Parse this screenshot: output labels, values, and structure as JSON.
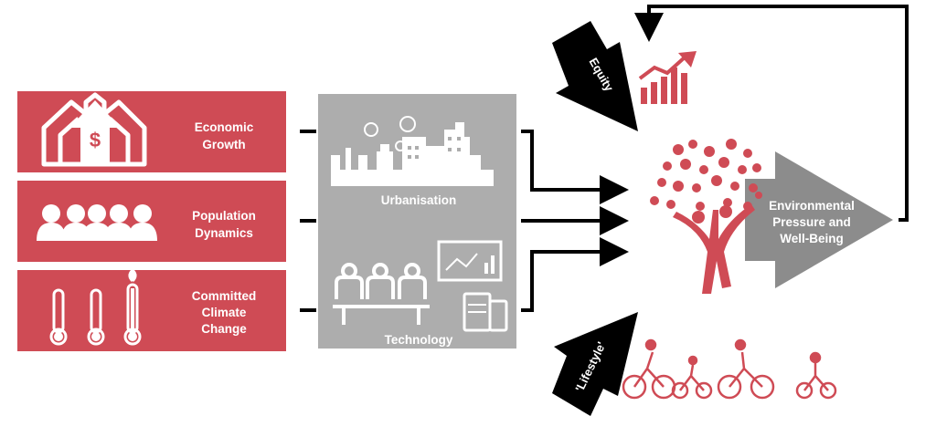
{
  "drivers": [
    {
      "label_lines": [
        "Economic",
        "Growth"
      ],
      "icon": "house-dollar-arrow-icon"
    },
    {
      "label_lines": [
        "Population",
        "Dynamics"
      ],
      "icon": "people-group-icon"
    },
    {
      "label_lines": [
        "Committed",
        "Climate",
        "Change"
      ],
      "icon": "thermometers-icon"
    }
  ],
  "middle": {
    "top_label": "Urbanisation",
    "bottom_label": "Technology",
    "icons": [
      "city-skyline-icon",
      "workers-icon",
      "chart-screen-icon",
      "devices-icon"
    ]
  },
  "outcome": {
    "label_lines": [
      "Environmental",
      "Pressure and",
      "Well-Being"
    ],
    "icon": "tree-people-icon"
  },
  "inputs": {
    "equity_label": "Equity",
    "lifestyle_label": "'Lifestyle'",
    "equity_icon": "rising-bar-chart-icon",
    "lifestyle_icon": "family-cycling-icon"
  },
  "colors": {
    "accent": "#cf4b55",
    "grey_box": "#adadad",
    "grey_arrow": "#8c8c8c",
    "connector": "#000000"
  }
}
